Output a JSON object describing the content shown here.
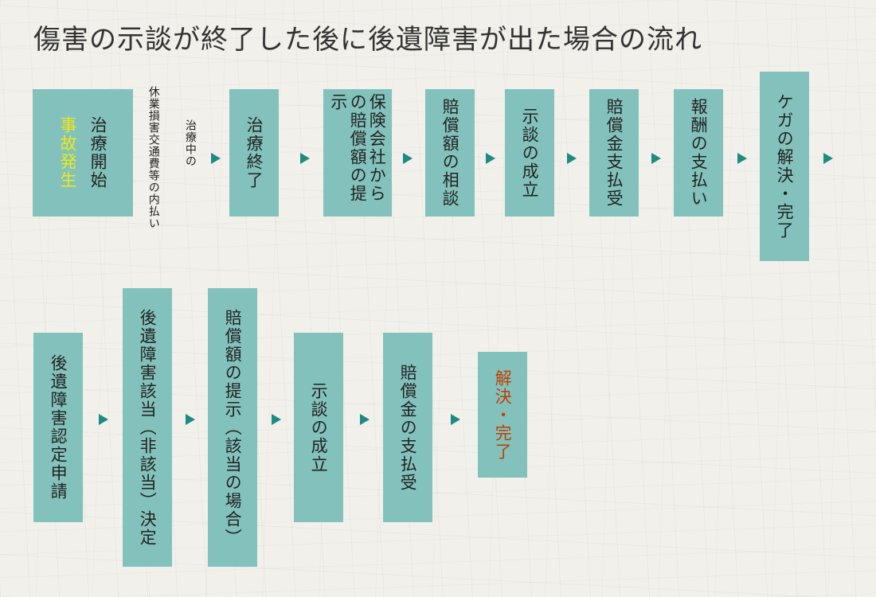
{
  "title": "傷害の示談が終了した後に後遺障害が出た場合の流れ",
  "row1": {
    "accident_main": "事故発生",
    "accident_sub": "治療開始",
    "note_right": "治療中の",
    "note_left": "休業損害交通費等の内払い",
    "steps": [
      "治療終了",
      "保険会社からの賠償額の提示",
      "賠償額の相談",
      "示談の成立",
      "賠償金支払受",
      "報酬の支払い",
      "ケガの解決・完了"
    ]
  },
  "row2": {
    "steps": [
      "後遺障害認定申請",
      "後遺障害該当（非該当）決定",
      "賠償額の提示（該当の場合）",
      "示談の成立",
      "賠償金の支払受"
    ],
    "final": "解決・完了"
  },
  "colors": {
    "box": "#83c2bc",
    "arrow": "#1d8a83",
    "accident_text": "#ece81c",
    "final_text": "#bf3f00"
  }
}
